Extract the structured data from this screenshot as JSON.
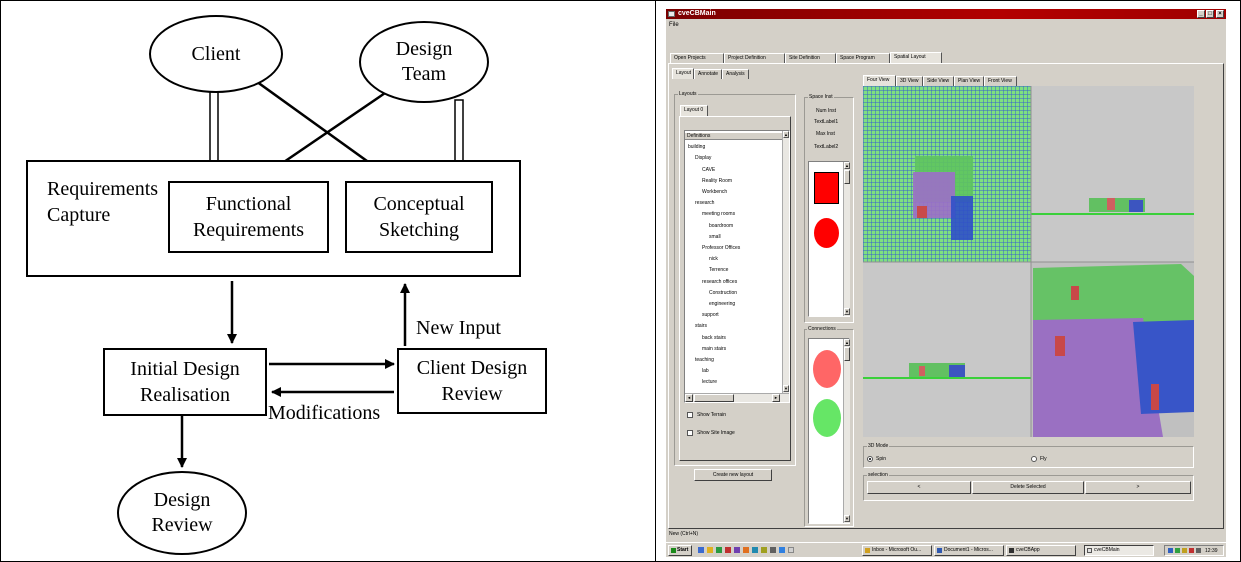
{
  "diagram": {
    "client": "Client",
    "design_team": "Design\nTeam",
    "requirements_capture": "Requirements\nCapture",
    "functional_requirements": "Functional\nRequirements",
    "conceptual_sketching": "Conceptual\nSketching",
    "new_input": "New Input",
    "initial_design_realisation": "Initial Design\nRealisation",
    "client_design_review": "Client Design\nReview",
    "modifications": "Modifications",
    "design_review": "Design\nReview"
  },
  "app": {
    "title": "cveCBMain",
    "menu_file": "File",
    "main_tabs": [
      "Open Projects",
      "Project Definition",
      "Site Definition",
      "Space Program",
      "Spatial Layout"
    ],
    "sub_tabs": [
      "Layout",
      "Annotate",
      "Analysis"
    ],
    "layouts_group": "Layouts",
    "layout_tab": "Layout 0",
    "tree": [
      {
        "label": "Definitions",
        "indent": 0
      },
      {
        "label": "building",
        "indent": 0
      },
      {
        "label": "Display",
        "indent": 1
      },
      {
        "label": "CAVE",
        "indent": 2
      },
      {
        "label": "Reality Room",
        "indent": 2
      },
      {
        "label": "Workbench",
        "indent": 2
      },
      {
        "label": "research",
        "indent": 1
      },
      {
        "label": "meeting rooms",
        "indent": 2
      },
      {
        "label": "boardroom",
        "indent": 3
      },
      {
        "label": "small",
        "indent": 3
      },
      {
        "label": "Professor Offices",
        "indent": 2
      },
      {
        "label": "nick",
        "indent": 3
      },
      {
        "label": "Terrence",
        "indent": 3
      },
      {
        "label": "research offices",
        "indent": 2
      },
      {
        "label": "Construction",
        "indent": 3
      },
      {
        "label": "engineering",
        "indent": 3
      },
      {
        "label": "support",
        "indent": 2
      },
      {
        "label": "stairs",
        "indent": 1
      },
      {
        "label": "back stairs",
        "indent": 2
      },
      {
        "label": "main stairs",
        "indent": 2
      },
      {
        "label": "teaching",
        "indent": 1
      },
      {
        "label": "lab",
        "indent": 2
      },
      {
        "label": "lecture",
        "indent": 2
      }
    ],
    "show_terrain": "Show Terrain",
    "show_site_image": "Show Site Image",
    "create_new_layout": "Create new layout",
    "space_inst_group": "Space Inst",
    "num_inst": "Num Inst",
    "text_label_1": "TextLabel1",
    "max_inst": "Max Inst",
    "text_label_2": "TextLabel2",
    "connections_group": "Connections",
    "view_tabs": [
      "Four View",
      "3D View",
      "Side View",
      "Plan View",
      "Front View"
    ],
    "mode_group": "3D Mode",
    "spin": "Spin",
    "fly": "Fly",
    "selection_group": "selection",
    "prev_btn": "<",
    "delete_selected": "Delete Selected",
    "next_btn": ">",
    "status_text": "New (Ctrl+N)",
    "taskbar": {
      "start": "Start",
      "tasks": [
        "Inbox - Microsoft Ou...",
        "Document1 - Micros...",
        "cveCBApp",
        "cveCBMain"
      ],
      "clock": "12:39"
    },
    "colors": {
      "title_bar": "#a00000",
      "swatch_red": "#ff0000",
      "swatch_pink": "#ff6666",
      "swatch_green": "#66e666"
    }
  }
}
